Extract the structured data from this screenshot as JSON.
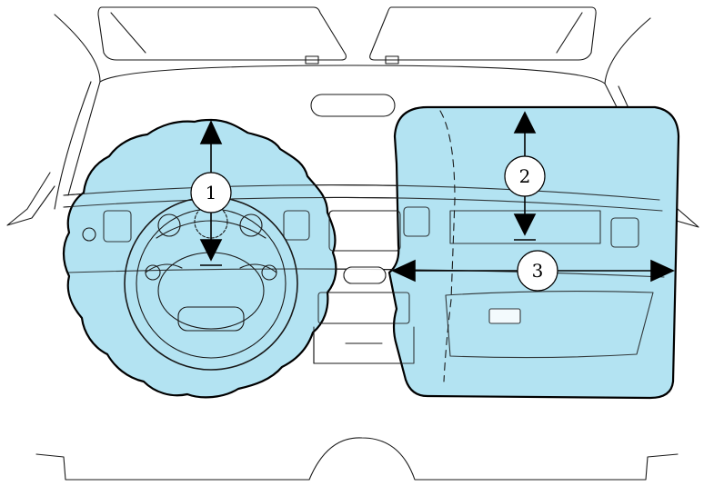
{
  "callouts": [
    {
      "id": "1",
      "label": "1"
    },
    {
      "id": "2",
      "label": "2"
    },
    {
      "id": "3",
      "label": "3"
    }
  ],
  "colors": {
    "airbag_fill": "#b3e3f2",
    "line": "#1a1a1a",
    "arrow": "#000000",
    "background": "#ffffff"
  }
}
